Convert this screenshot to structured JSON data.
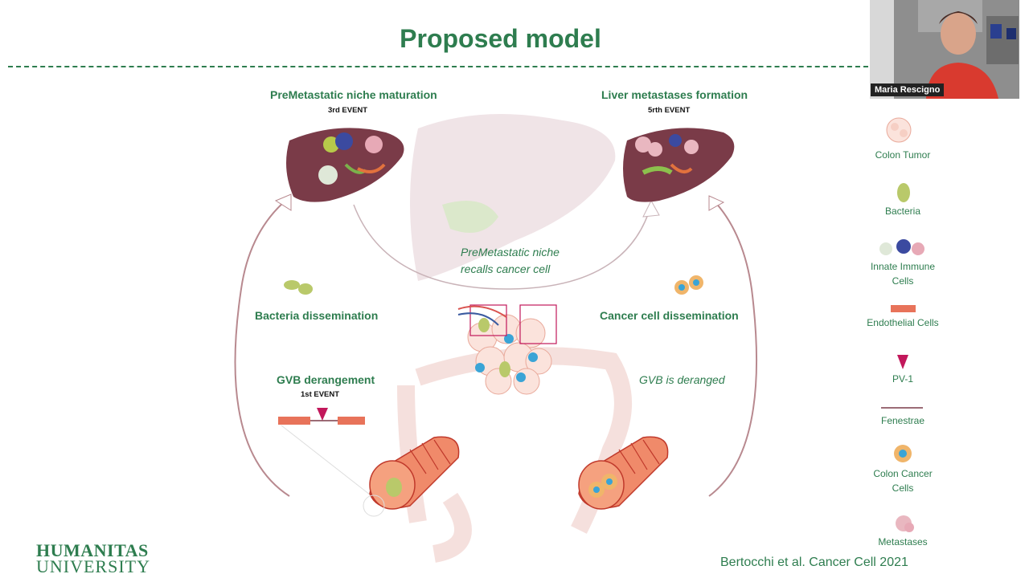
{
  "slide": {
    "title": "Proposed model",
    "top_left": {
      "heading": "PreMetastatic niche maturation",
      "event": "3rd EVENT"
    },
    "top_right": {
      "heading": "Liver metastases formation",
      "event": "5rth EVENT"
    },
    "middle_left": {
      "heading": "Bacteria dissemination"
    },
    "middle_right": {
      "heading": "Cancer cell dissemination"
    },
    "center_note_line1": "PreMetastatic niche",
    "center_note_line2": "recalls cancer cell",
    "bottom_left": {
      "heading": "GVB derangement",
      "event": "1st EVENT"
    },
    "bottom_right_note": "GVB is deranged",
    "legend": [
      {
        "label_line1": "Colon Tumor",
        "label_line2": ""
      },
      {
        "label_line1": "Bacteria",
        "label_line2": ""
      },
      {
        "label_line1": "Innate Immune",
        "label_line2": "Cells"
      },
      {
        "label_line1": "Endothelial Cells",
        "label_line2": ""
      },
      {
        "label_line1": "PV-1",
        "label_line2": ""
      },
      {
        "label_line1": "Fenestrae",
        "label_line2": ""
      },
      {
        "label_line1": "Colon Cancer",
        "label_line2": "Cells"
      },
      {
        "label_line1": "Metastases",
        "label_line2": ""
      }
    ],
    "logo_line1": "HUMANITAS",
    "logo_line2": "UNIVERSITY",
    "citation": "Bertocchi et al. Cancer Cell 2021"
  },
  "video": {
    "participant_name": "Maria Rescigno"
  },
  "colors": {
    "accent_green": "#2e7d4f",
    "liver": "#7a3b48",
    "tissue": "#e8735a",
    "pv1": "#c2185b"
  }
}
